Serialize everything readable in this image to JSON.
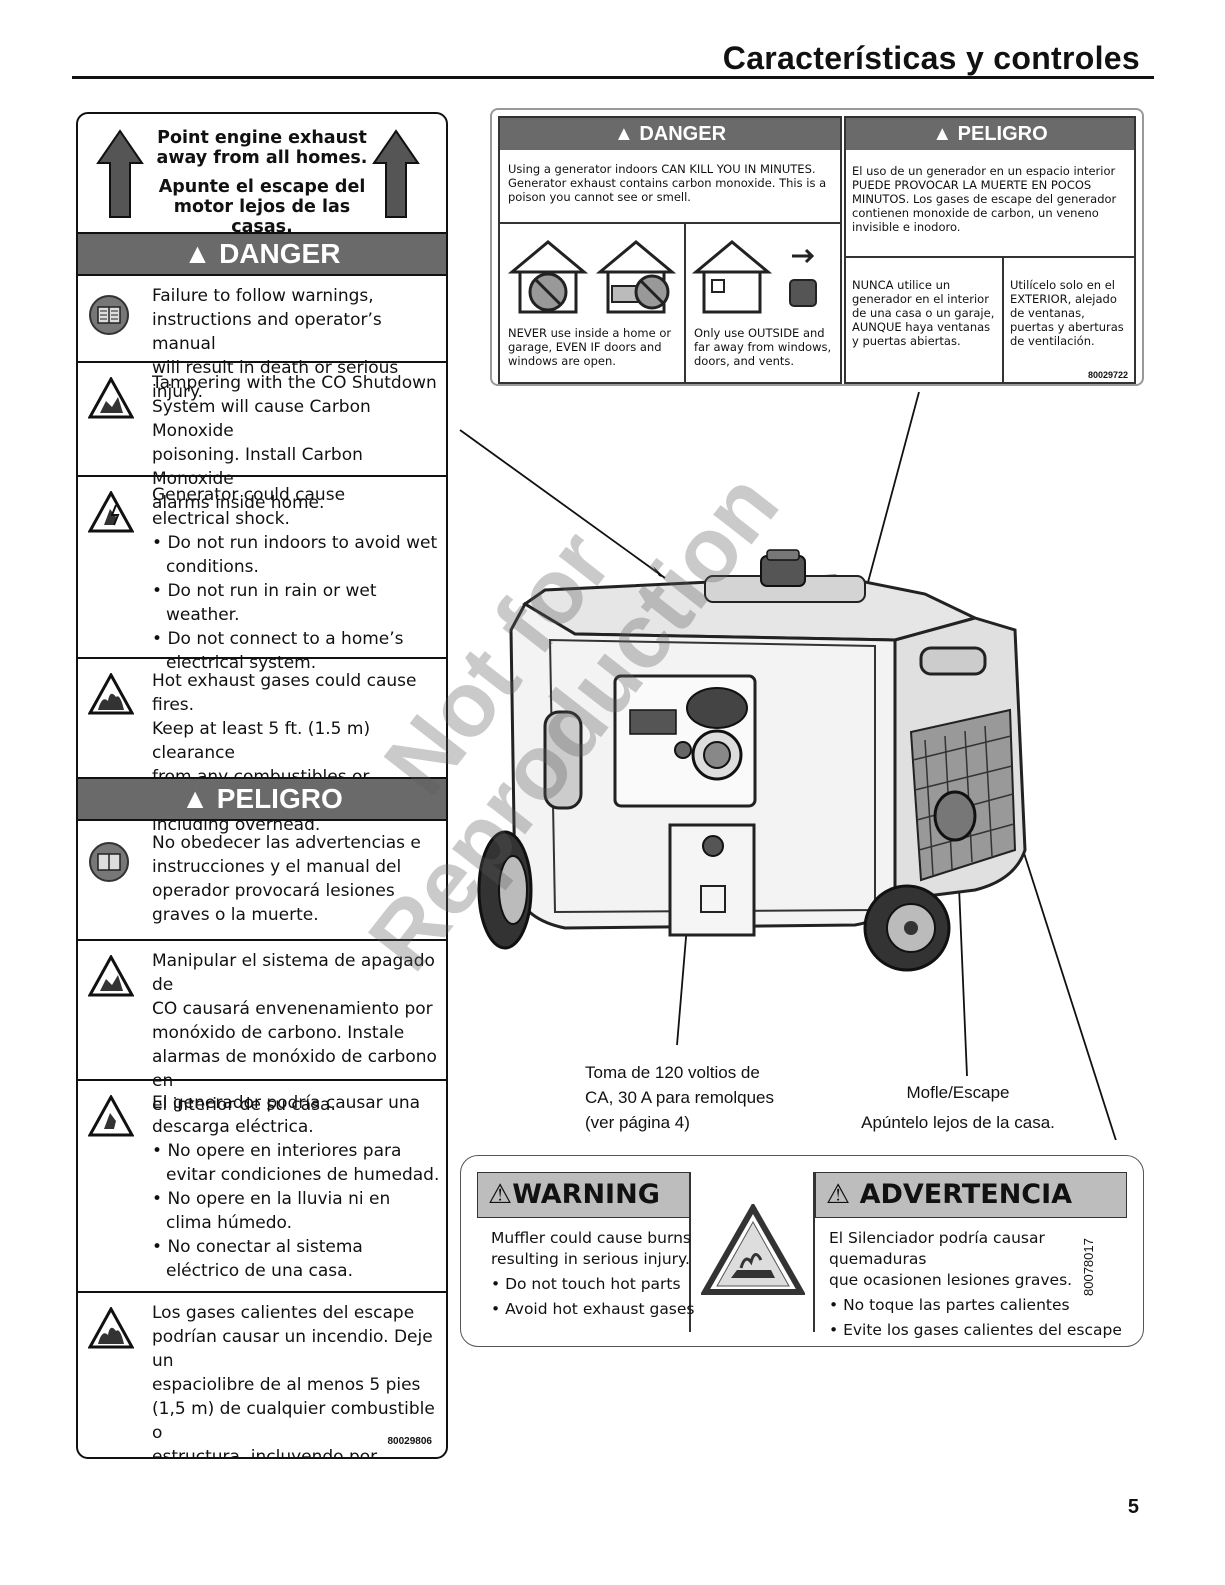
{
  "header": {
    "title": "Características y controles"
  },
  "left_label": {
    "exhaust_en": "Point engine exhaust away from all homes.",
    "exhaust_es": "Apunte el escape del motor lejos de las casas.",
    "danger_header": "▲ DANGER",
    "danger_rows": [
      {
        "lines": [
          "Failure to follow warnings,",
          "instructions and operator’s manual",
          "will result in death or serious injury."
        ]
      },
      {
        "lines": [
          "Tampering with the CO Shutdown",
          "System will cause Carbon Monoxide",
          "poisoning. Install Carbon Monoxide",
          "alarms inside home."
        ]
      },
      {
        "lines": [
          "Generator could cause",
          "electrical shock."
        ],
        "bullets": [
          "Do not run indoors to avoid wet conditions.",
          "Do not run in rain or wet weather.",
          "Do not connect to a home’s electrical system."
        ]
      },
      {
        "lines": [
          "Hot exhaust gases could cause fires.",
          "Keep at least 5 ft. (1.5 m) clearance",
          "from any combustibles or structures,",
          "including overhead."
        ]
      }
    ],
    "peligro_header": "▲ PELIGRO",
    "peligro_rows": [
      {
        "lines": [
          "No obedecer las advertencias e",
          "instrucciones y el manual del",
          "operador provocará lesiones",
          "graves o la muerte."
        ]
      },
      {
        "lines": [
          "Manipular el sistema de apagado de",
          "CO causará envenenamiento por",
          "monóxido de carbono. Instale",
          "alarmas de monóxido de carbono en",
          "el interior de su casa."
        ]
      },
      {
        "lines": [
          "El generador podría causar una",
          "descarga eléctrica."
        ],
        "bullets": [
          "No opere en interiores para evitar condiciones de humedad.",
          "No opere en la lluvia ni en clima húmedo.",
          "No conectar al sistema eléctrico de una casa."
        ]
      },
      {
        "lines": [
          "Los gases calientes del escape",
          "podrían causar un incendio. Deje un",
          "espaciolibre de al menos 5 pies",
          "(1,5 m) de cualquier combustible o",
          "estructura, incluyendo por encima."
        ]
      }
    ],
    "code": "80029806"
  },
  "top_label": {
    "danger_header": "▲ DANGER",
    "danger_text": "Using a generator indoors CAN KILL YOU IN MINUTES. Generator exhaust contains carbon monoxide. This is a poison you cannot see or smell.",
    "never_text": "NEVER use inside a home or garage, EVEN IF doors and windows are open.",
    "outside_text": "Only use OUTSIDE and far away from windows, doors, and vents.",
    "peligro_header": "▲ PELIGRO",
    "peligro_text": "El uso de un generador en un espacio interior PUEDE PROVOCAR LA MUERTE EN POCOS MINUTOS. Los gases de escape del generador contienen monoxide de carbon, un veneno invisible e inodoro.",
    "nunca_text": "NUNCA utilice un generador en el interior de una casa o un garaje, AUNQUE haya ventanas y puertas abiertas.",
    "utilicelo_text": "Utilícelo solo en el EXTERIOR, alejado de ventanas, puertas y aberturas de ventilación.",
    "code": "80029722"
  },
  "callouts": {
    "outlet_lines": [
      "Toma de 120 voltios de",
      "CA, 30 A para remolques",
      "(ver página 4)"
    ],
    "muffler_title": "Mofle/Escape",
    "muffler_sub": "Apúntelo lejos de la casa."
  },
  "watermark": {
    "line1": "Not for",
    "line2": "Reproduction"
  },
  "bottom_label": {
    "warning_header": "⚠WARNING",
    "warning_lines": [
      "Muffler could cause burns",
      "resulting in serious injury."
    ],
    "warning_bullets": [
      "Do not touch hot parts",
      "Avoid hot exhaust gases"
    ],
    "adv_header": "⚠ ADVERTENCIA",
    "adv_lines": [
      "El Silenciador podría causar quemaduras",
      "que ocasionen lesiones graves."
    ],
    "adv_bullets": [
      "No toque las partes calientes",
      "Evite los gases calientes del escape"
    ],
    "code": "80078017"
  },
  "page_number": "5"
}
